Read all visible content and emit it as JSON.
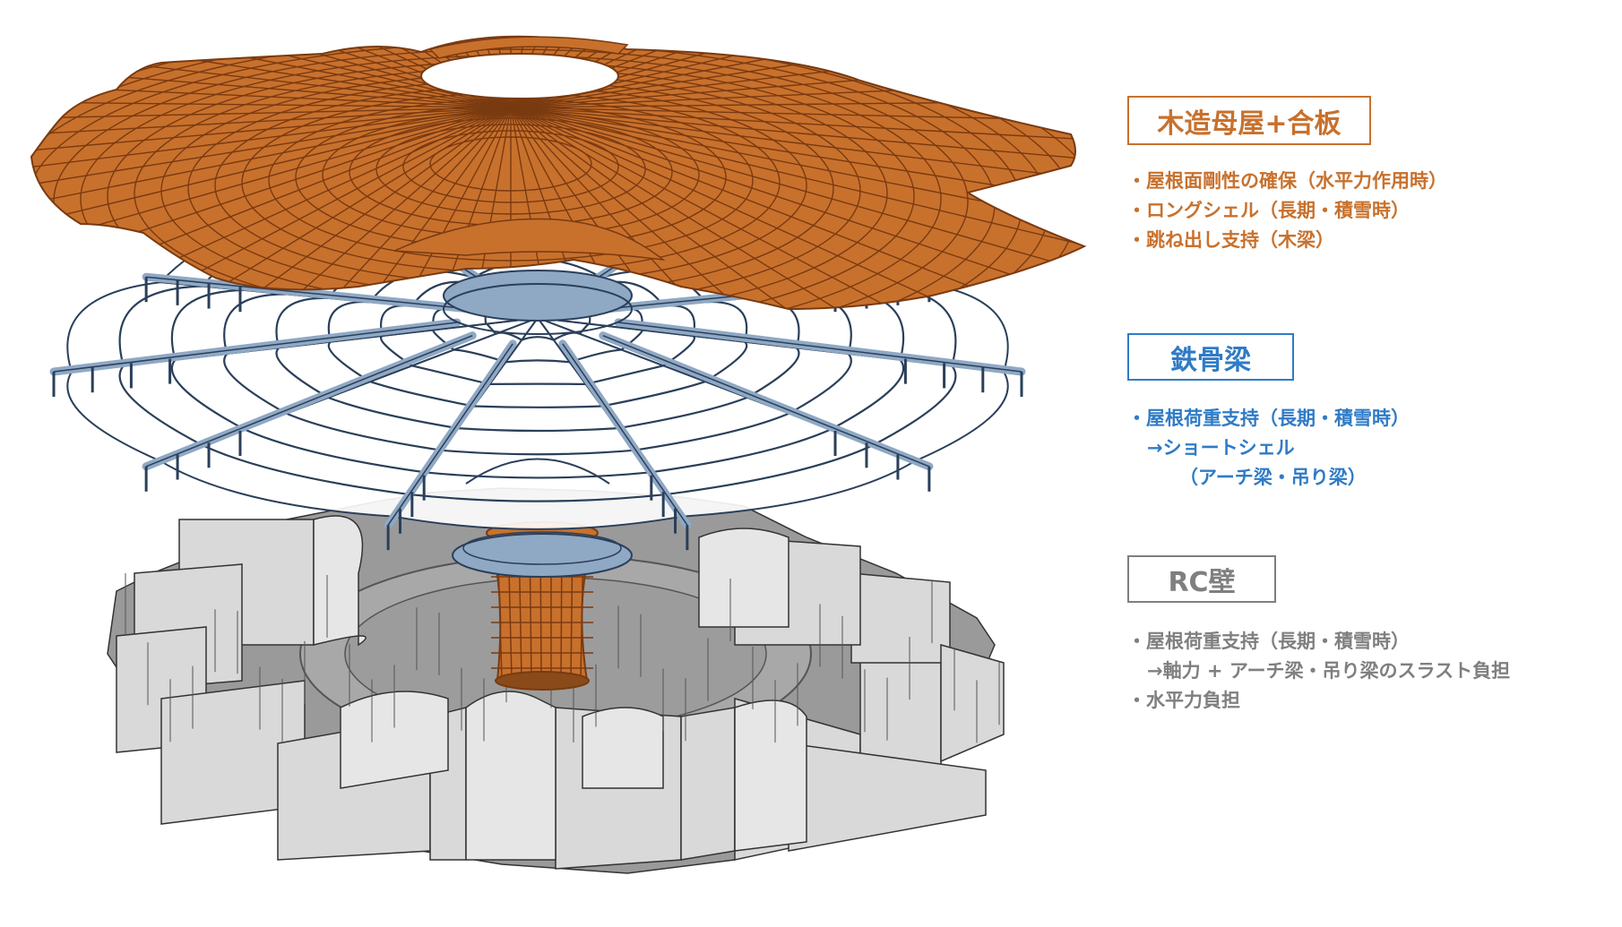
{
  "colors": {
    "timber": "#c8712d",
    "timber_dark": "#7a3a10",
    "steel": "#2f7bc6",
    "steel_dark": "#2a3f5a",
    "steel_fill": "#8fa8c4",
    "rc": "#7f7f7f",
    "rc_wall": "#d9d9d9",
    "rc_floor": "#9a9a9a",
    "rc_edge": "#333333"
  },
  "layers": [
    {
      "id": "timber",
      "title": "木造母屋+合板",
      "items": [
        {
          "text": "・屋根面剛性の確保（水平力作用時）",
          "indent": 0
        },
        {
          "text": "・ロングシェル（長期・積雪時）",
          "indent": 0
        },
        {
          "text": "・跳ね出し支持（木梁）",
          "indent": 0
        }
      ]
    },
    {
      "id": "steel",
      "title": "鉄骨梁",
      "items": [
        {
          "text": "・屋根荷重支持（長期・積雪時）",
          "indent": 0
        },
        {
          "text": "→ショートシェル",
          "indent": 1
        },
        {
          "text": "（アーチ梁・吊り梁）",
          "indent": 2
        }
      ]
    },
    {
      "id": "rc",
      "title": "RC壁",
      "items": [
        {
          "text": "・屋根荷重支持（長期・積雪時）",
          "indent": 0
        },
        {
          "text": "→軸力 + アーチ梁・吊り梁のスラスト負担",
          "indent": 1
        },
        {
          "text": "・水平力負担",
          "indent": 0
        }
      ]
    }
  ]
}
